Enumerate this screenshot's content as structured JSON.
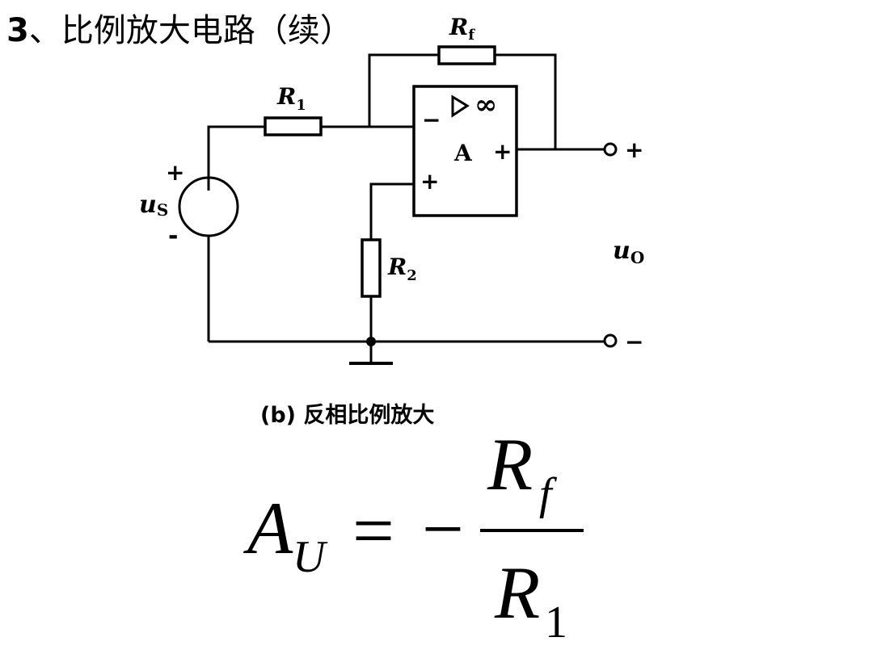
{
  "title": {
    "number": "3",
    "text": "、比例放大电路（续）"
  },
  "circuit": {
    "labels": {
      "rf": "R",
      "rf_sub": "f",
      "r1": "R",
      "r1_sub": "1",
      "r2": "R",
      "r2_sub": "2",
      "us": "u",
      "us_sub": "S",
      "uo": "u",
      "uo_sub": "O",
      "amp": "A",
      "infinity": "∞",
      "in_minus": "−",
      "in_plus": "+",
      "out_plus": "+",
      "src_plus": "+",
      "src_minus": "-",
      "term_plus": "+",
      "term_minus": "−"
    },
    "caption": "(b) 反相比例放大"
  },
  "formula": {
    "lhs": "A",
    "lhs_sub": "U",
    "equals": "=",
    "minus": "−",
    "numerator": "R",
    "numerator_sub": "f",
    "denominator": "R",
    "denominator_sub": "1"
  }
}
